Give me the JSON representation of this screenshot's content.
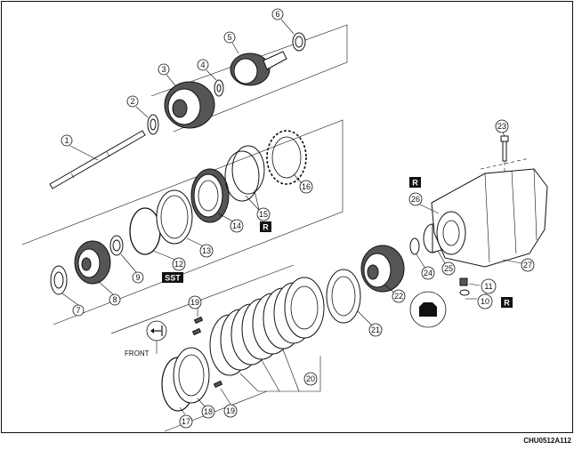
{
  "diagram": {
    "callouts": [
      "1",
      "2",
      "3",
      "4",
      "5",
      "6",
      "7",
      "8",
      "9",
      "10",
      "11",
      "12",
      "13",
      "14",
      "15",
      "16",
      "17",
      "18",
      "19",
      "20",
      "21",
      "22",
      "23",
      "24",
      "25",
      "26",
      "27"
    ],
    "callout_19_repeat": "19",
    "badges": {
      "r": "R",
      "sst": "SST"
    },
    "front_label": "FRONT",
    "figure_code": "CHU0512A112"
  }
}
